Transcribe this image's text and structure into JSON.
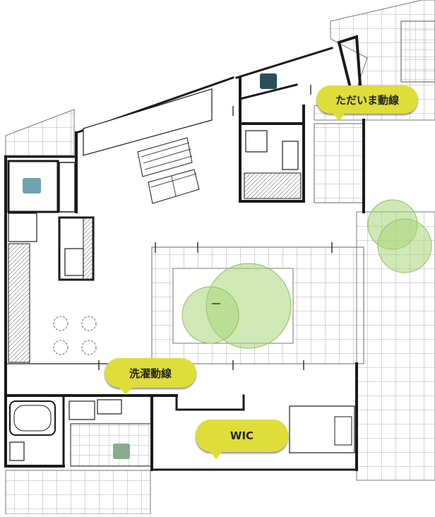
{
  "callouts": {
    "tadaima": "ただいま動線",
    "sentaku": "洗濯動線",
    "wic": "WIC"
  },
  "icons": [
    "sink-marker-icon",
    "laundry-marker-icon",
    "bathtub-icon",
    "toilet-icon",
    "dining-chair-icon",
    "tree-icon",
    "stair-icon"
  ],
  "colors": {
    "wall": "#1a1a1a",
    "tree_fill": "#a9d67a",
    "callout_fill": "#dedd3a",
    "marker_teal": "#6fa3ad",
    "marker_dark": "#29505a",
    "marker_green": "#8aab8e",
    "tile_line": "#9a9a9a"
  }
}
